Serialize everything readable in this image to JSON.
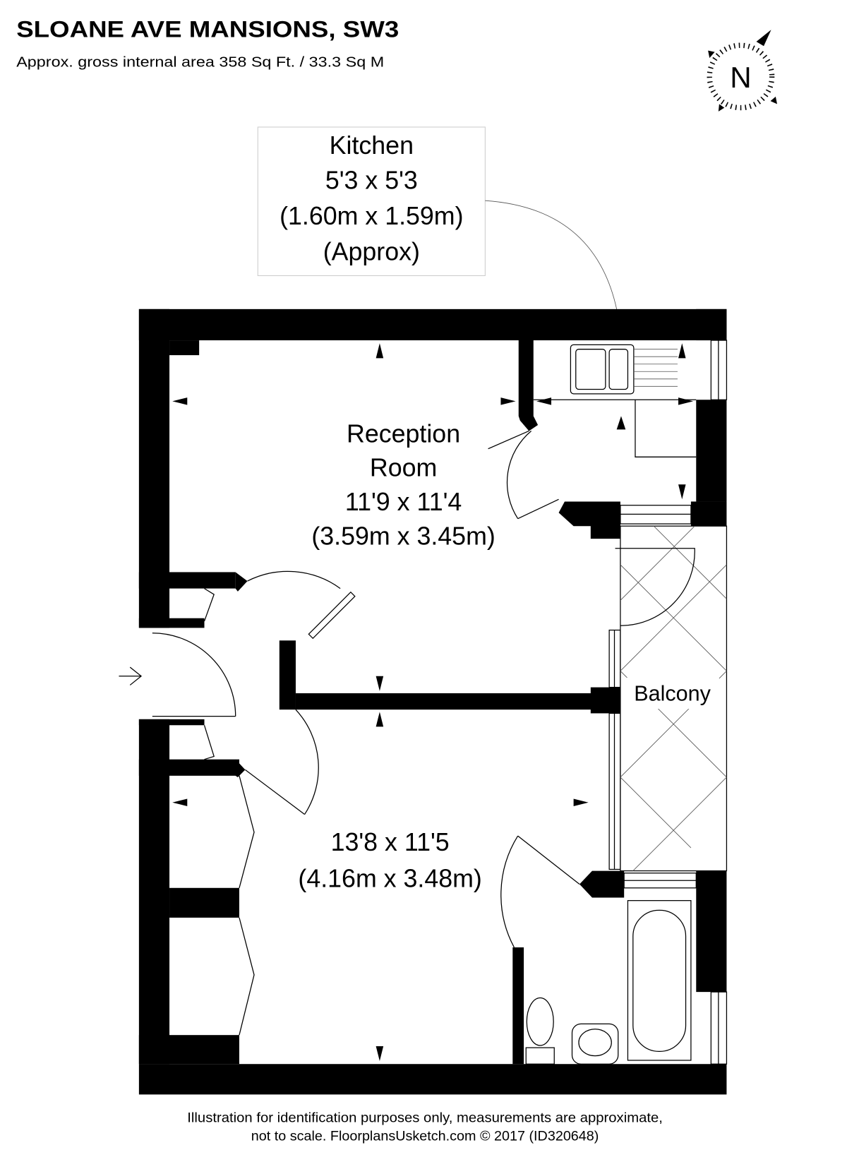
{
  "header": {
    "title": "SLOANE AVE MANSIONS, SW3",
    "subtitle": "Approx. gross internal area 358 Sq Ft. / 33.3 Sq M"
  },
  "compass": {
    "label": "N",
    "icon": "north-compass-icon"
  },
  "rooms": {
    "kitchen": {
      "name": "Kitchen",
      "imperial": "5'3 x 5'3",
      "metric": "(1.60m x 1.59m)",
      "note": "(Approx)"
    },
    "reception": {
      "name_line1": "Reception",
      "name_line2": "Room",
      "imperial": "11'9 x 11'4",
      "metric": "(3.59m x 3.45m)"
    },
    "bedroom": {
      "imperial": "13'8 x 11'5",
      "metric": "(4.16m x 3.48m)"
    },
    "balcony": {
      "name": "Balcony"
    }
  },
  "footer": {
    "line1": "Illustration for identification purposes only, measurements are approximate,",
    "line2": "not to scale. FloorplansUsketch.com © 2017 (ID320648)"
  },
  "colors": {
    "wall": "#000000",
    "background": "#ffffff"
  }
}
